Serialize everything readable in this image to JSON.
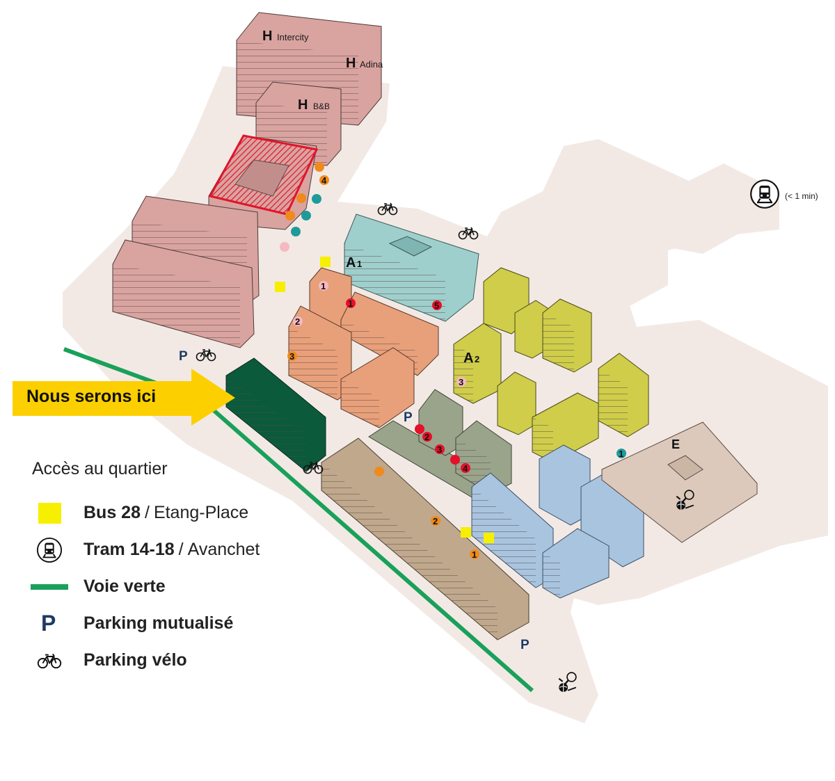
{
  "colors": {
    "ground": "#f2e9e5",
    "hotel_block": "#d9a3a0",
    "a1_block": "#9fcfcc",
    "orange_block": "#e8a07a",
    "a2_block": "#cfcd4a",
    "dark_green_block": "#0b5a3c",
    "grey_green_block": "#9aa48a",
    "brown_block": "#bfa88c",
    "blue_block": "#a9c4df",
    "e_block": "#ddc9bb",
    "voie_verte": "#1aa05a",
    "bus_stop": "#f7ef00",
    "callout": "#fcd000",
    "parking": "#1e3a63",
    "marker_orange": "#f08a1c",
    "marker_teal": "#1f9a9a",
    "marker_pink": "#f6b9c1",
    "marker_red": "#e6102a"
  },
  "hotels": [
    {
      "letter": "H",
      "name": "Intercity"
    },
    {
      "letter": "H",
      "name": "Adina"
    },
    {
      "letter": "H",
      "name": "B&B"
    }
  ],
  "buildings": {
    "a1": {
      "letter": "A",
      "sub": "1"
    },
    "a2": {
      "letter": "A",
      "sub": "2"
    },
    "e": {
      "letter": "E"
    }
  },
  "markers": [
    {
      "label": "4",
      "color": "orange"
    },
    {
      "label": "1",
      "color": "pink"
    },
    {
      "label": "1",
      "color": "red"
    },
    {
      "label": "5",
      "color": "red"
    },
    {
      "label": "2",
      "color": "pink"
    },
    {
      "label": "3",
      "color": "orange"
    },
    {
      "label": "3",
      "color": "pink"
    },
    {
      "label": "1",
      "color": "teal"
    },
    {
      "label": "2",
      "color": "red"
    },
    {
      "label": "3",
      "color": "red"
    },
    {
      "label": "4",
      "color": "red"
    },
    {
      "label": "2",
      "color": "orange"
    },
    {
      "label": "1",
      "color": "orange"
    }
  ],
  "map_labels": {
    "parking": "P",
    "tram_time": "(< 1 min)"
  },
  "icons": [
    "bicycle-icon",
    "tram-icon",
    "sports-icon",
    "parking-icon"
  ],
  "callout": {
    "text": "Nous serons ici"
  },
  "legend": {
    "title": "Accès au quartier",
    "items": [
      {
        "icon": "bus-stop-square",
        "name": "Bus 28",
        "sep": "/",
        "sub": "Etang-Place"
      },
      {
        "icon": "tram-icon",
        "name": "Tram 14-18",
        "sep": "/",
        "sub": "Avanchet"
      },
      {
        "icon": "green-line",
        "name": "Voie verte"
      },
      {
        "icon": "parking-icon",
        "name": "Parking mutualisé",
        "symbol": "P"
      },
      {
        "icon": "bicycle-icon",
        "name": "Parking vélo"
      }
    ]
  }
}
